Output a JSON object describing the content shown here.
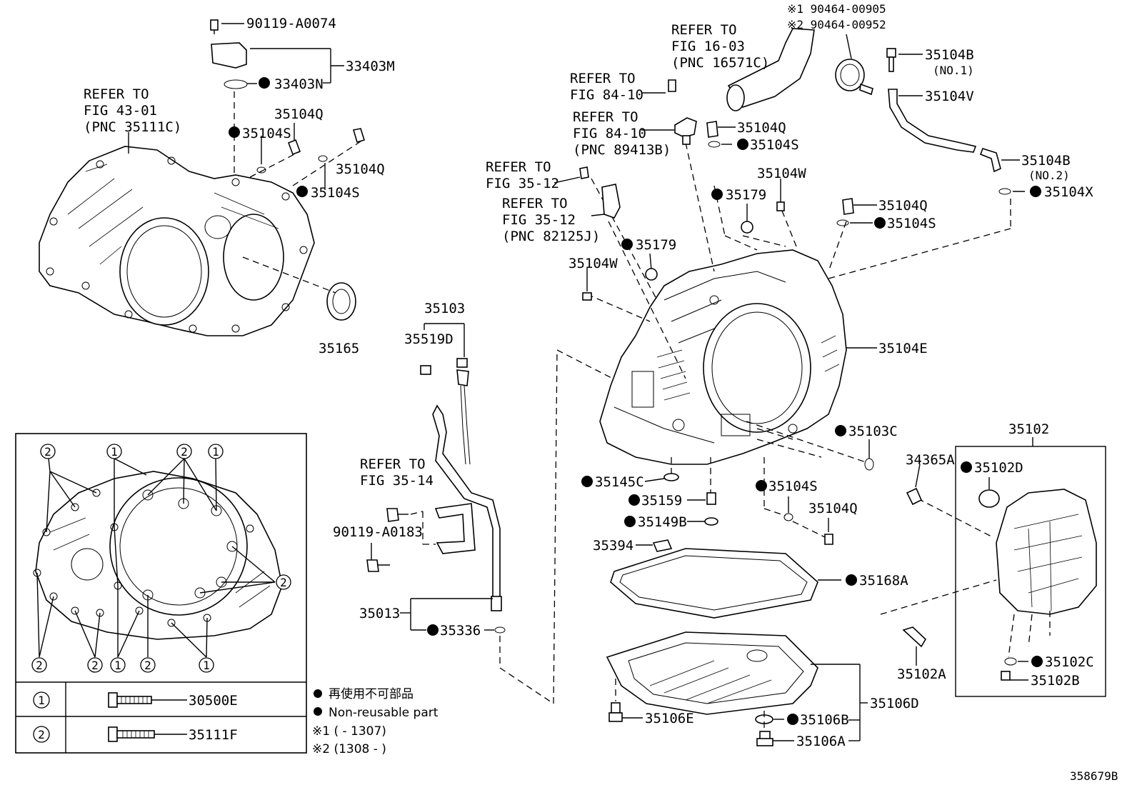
{
  "diagram_id": "358679B",
  "refer_notes": [
    {
      "id": "refer-fig-43-01",
      "lines": [
        "REFER TO",
        "FIG 43-01",
        "(PNC 35111C)"
      ]
    },
    {
      "id": "refer-fig-16-03",
      "lines": [
        "REFER TO",
        "FIG 16-03",
        "(PNC 16571C)"
      ]
    },
    {
      "id": "refer-fig-84-10-a",
      "lines": [
        "REFER TO",
        "FIG 84-10"
      ]
    },
    {
      "id": "refer-fig-84-10-b",
      "lines": [
        "REFER TO",
        "FIG 84-10",
        "(PNC 89413B)"
      ]
    },
    {
      "id": "refer-fig-35-12-a",
      "lines": [
        "REFER TO",
        "FIG 35-12"
      ]
    },
    {
      "id": "refer-fig-35-12-b",
      "lines": [
        "REFER TO",
        "FIG 35-12",
        "(PNC 82125J)"
      ]
    },
    {
      "id": "refer-fig-35-14",
      "lines": [
        "REFER TO",
        "FIG 35-14"
      ]
    }
  ],
  "part_labels": {
    "p90119A0074": "90119-A0074",
    "p33403M": "33403M",
    "p33403N": "33403N",
    "p35104Q_a": "35104Q",
    "p35104S_a": "35104S",
    "p35104Q_b": "35104Q",
    "p35104S_b": "35104S",
    "p35165": "35165",
    "p90464_1": "※1 90464-00905",
    "p90464_2": "※2 90464-00952",
    "p35104B_1": "35104B",
    "no1": "(NO.1)",
    "p35104V": "35104V",
    "p35104Q_c": "35104Q",
    "p35104S_c": "35104S",
    "p35104B_2": "35104B",
    "no2": "(NO.2)",
    "p35104X": "35104X",
    "p35104W_a": "35104W",
    "p35179_a": "35179",
    "p35104Q_d": "35104Q",
    "p35104S_d": "35104S",
    "p35179_b": "35179",
    "p35104W_b": "35104W",
    "p35104E": "35104E",
    "p35103": "35103",
    "p35519D": "35519D",
    "p35103C": "35103C",
    "p34365A": "34365A",
    "p35102": "35102",
    "p35102D": "35102D",
    "p35145C": "35145C",
    "p35159": "35159",
    "p35149B": "35149B",
    "p35104S_e": "35104S",
    "p35104Q_e": "35104Q",
    "p35394": "35394",
    "p35168A": "35168A",
    "p90119A0183": "90119-A0183",
    "p35013": "35013",
    "p35336": "35336",
    "p35106D": "35106D",
    "p35106E": "35106E",
    "p35106B": "35106B",
    "p35106A": "35106A",
    "p35102C": "35102C",
    "p35102B": "35102B",
    "p35102A": "35102A"
  },
  "bolt_legend": {
    "marker_1": "1",
    "marker_2": "2",
    "rows": [
      {
        "marker": "1",
        "part": "30500E"
      },
      {
        "marker": "2",
        "part": "35111F"
      }
    ]
  },
  "notes": {
    "non_reusable_jp": "再使用不可部品",
    "non_reusable_en": "Non-reusable part",
    "range_1": "※1 (        - 1307)",
    "range_2": "※2 (1308 -        )"
  },
  "colors": {
    "ink": "#000000",
    "paper": "#ffffff"
  }
}
